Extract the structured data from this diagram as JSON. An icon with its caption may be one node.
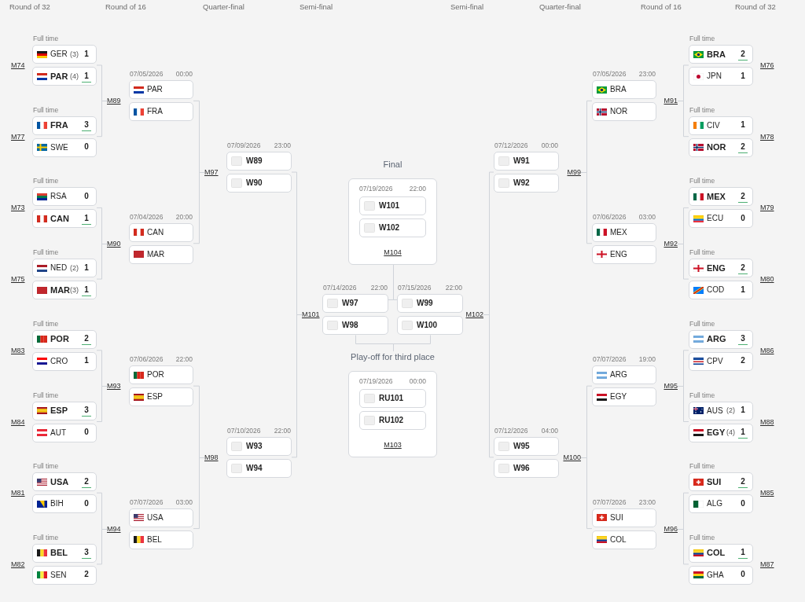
{
  "diagram": {
    "nodes": [
      {
        "text": [
          "GER",
          "(3)",
          "1"
        ],
        "beside": [
          "Full time"
        ]
      },
      {
        "text": [
          "PAR",
          "(4)",
          "1"
        ]
      },
      {
        "text": [
          "FRA",
          "3"
        ],
        "beside": [
          "Full time"
        ]
      },
      {
        "text": [
          "SWE",
          "0"
        ]
      },
      {
        "text": [
          "RSA",
          "0"
        ],
        "beside": [
          "Full time"
        ]
      },
      {
        "text": [
          "CAN",
          "1"
        ]
      },
      {
        "text": [
          "NED",
          "(2)",
          "1"
        ],
        "beside": [
          "Full time"
        ]
      },
      {
        "text": [
          "MAR",
          "(3)",
          "1"
        ]
      },
      {
        "text": [
          "POR",
          "2"
        ],
        "beside": [
          "Full time"
        ]
      },
      {
        "text": [
          "CRO",
          "1"
        ]
      },
      {
        "text": [
          "ESP",
          "3"
        ],
        "beside": [
          "Full time"
        ]
      },
      {
        "text": [
          "AUT",
          "0"
        ]
      },
      {
        "text": [
          "USA",
          "2"
        ],
        "beside": [
          "Full time"
        ]
      },
      {
        "text": [
          "BIH",
          "0"
        ]
      },
      {
        "text": [
          "BEL",
          "3"
        ],
        "beside": [
          "Full time"
        ]
      },
      {
        "text": [
          "SEN",
          "2"
        ]
      },
      {
        "text": [
          "M89"
        ]
      },
      {
        "text": [
          "M90"
        ]
      },
      {
        "text": [
          "M93"
        ]
      },
      {
        "text": [
          "M94"
        ]
      },
      {
        "text": [
          "PAR"
        ],
        "beside": [
          "07/05/2026",
          "00:00"
        ]
      },
      {
        "text": [
          "FRA"
        ]
      },
      {
        "text": [
          "CAN"
        ],
        "beside": [
          "07/04/2026",
          "20:00"
        ]
      },
      {
        "text": [
          "MAR"
        ]
      },
      {
        "text": [
          "POR"
        ],
        "beside": [
          "07/06/2026",
          "22:00"
        ]
      },
      {
        "text": [
          "ESP"
        ]
      },
      {
        "text": [
          "USA"
        ],
        "beside": [
          "07/07/2026",
          "03:00"
        ]
      },
      {
        "text": [
          "BEL"
        ]
      },
      {
        "text": [
          "M97"
        ]
      },
      {
        "text": [
          "M98"
        ]
      },
      {
        "text": [
          "W89"
        ],
        "beside": [
          "07/09/2026",
          "23:00"
        ]
      },
      {
        "text": [
          "W90"
        ]
      },
      {
        "text": [
          "W93"
        ],
        "beside": [
          "07/10/2026",
          "22:00"
        ]
      },
      {
        "text": [
          "W94"
        ]
      },
      {
        "text": [
          "M101"
        ]
      },
      {
        "text": [
          "Final",
          "07/19/2026",
          "22:00",
          "M104"
        ]
      },
      {
        "text": [
          "W101"
        ],
        "in": 35
      },
      {
        "text": [
          "W102"
        ],
        "in": 35
      },
      {
        "text": [
          "W97"
        ],
        "beside": [
          "07/14/2026",
          "22:00"
        ]
      },
      {
        "text": [
          "W98"
        ]
      },
      {
        "text": [
          "W99"
        ],
        "beside": [
          "07/15/2026",
          "22:00"
        ]
      },
      {
        "text": [
          "W100"
        ]
      },
      {
        "text": [
          "Play-off for third place",
          "07/19/2026",
          "00:00",
          "M103"
        ]
      },
      {
        "text": [
          "RU101"
        ],
        "in": 42
      },
      {
        "text": [
          "RU102"
        ],
        "in": 42
      },
      {
        "text": [
          "M102"
        ]
      },
      {
        "text": [
          "W91"
        ],
        "beside": [
          "07/12/2026",
          "00:00"
        ]
      },
      {
        "text": [
          "W92"
        ]
      },
      {
        "text": [
          "W95"
        ],
        "beside": [
          "07/12/2026",
          "04:00"
        ]
      },
      {
        "text": [
          "W96"
        ]
      },
      {
        "text": [
          "M99"
        ]
      },
      {
        "text": [
          "M100"
        ]
      },
      {
        "text": [
          "BRA"
        ],
        "beside": [
          "07/05/2026",
          "23:00"
        ]
      },
      {
        "text": [
          "NOR"
        ]
      },
      {
        "text": [
          "MEX"
        ],
        "beside": [
          "07/06/2026",
          "03:00"
        ]
      },
      {
        "text": [
          "ENG"
        ]
      },
      {
        "text": [
          "ARG"
        ],
        "beside": [
          "07/07/2026",
          "19:00"
        ]
      },
      {
        "text": [
          "EGY"
        ]
      },
      {
        "text": [
          "SUI"
        ],
        "beside": [
          "07/07/2026",
          "23:00"
        ]
      },
      {
        "text": [
          "COL"
        ]
      },
      {
        "text": [
          "M91"
        ]
      },
      {
        "text": [
          "M92"
        ]
      },
      {
        "text": [
          "M95"
        ]
      },
      {
        "text": [
          "M96"
        ]
      },
      {
        "text": [
          "BRA",
          "2"
        ],
        "beside": [
          "Full time"
        ]
      },
      {
        "text": [
          "JPN",
          "1"
        ]
      },
      {
        "text": [
          "CIV",
          "1"
        ],
        "beside": [
          "Full time"
        ]
      },
      {
        "text": [
          "NOR",
          "2"
        ]
      },
      {
        "text": [
          "MEX",
          "2"
        ],
        "beside": [
          "Full time"
        ]
      },
      {
        "text": [
          "ECU",
          "0"
        ]
      },
      {
        "text": [
          "ENG",
          "2"
        ],
        "beside": [
          "Full time"
        ]
      },
      {
        "text": [
          "COD",
          "1"
        ]
      },
      {
        "text": [
          "ARG",
          "3"
        ],
        "beside": [
          "Full time"
        ]
      },
      {
        "text": [
          "CPV",
          "2"
        ]
      },
      {
        "text": [
          "AUS",
          "(2)",
          "1"
        ],
        "beside": [
          "Full time"
        ]
      },
      {
        "text": [
          "EGY",
          "(4)",
          "1"
        ]
      },
      {
        "text": [
          "SUI",
          "2"
        ],
        "beside": [
          "Full time"
        ]
      },
      {
        "text": [
          "ALG",
          "0"
        ]
      },
      {
        "text": [
          "COL",
          "1"
        ],
        "beside": [
          "Full time"
        ]
      },
      {
        "text": [
          "GHA",
          "0"
        ]
      }
    ],
    "edges": [
      {
        "from": 0,
        "to": 16,
        "arrow": "none"
      },
      {
        "from": 1,
        "to": 16,
        "arrow": "none"
      },
      {
        "from": 2,
        "to": 16,
        "arrow": "none"
      },
      {
        "from": 3,
        "to": 16,
        "arrow": "none"
      },
      {
        "from": 4,
        "to": 17,
        "arrow": "none"
      },
      {
        "from": 5,
        "to": 17,
        "arrow": "none"
      },
      {
        "from": 6,
        "to": 17,
        "arrow": "none"
      },
      {
        "from": 7,
        "to": 17,
        "arrow": "none"
      },
      {
        "from": 8,
        "to": 18,
        "arrow": "none"
      },
      {
        "from": 9,
        "to": 18,
        "arrow": "none"
      },
      {
        "from": 10,
        "to": 18,
        "arrow": "none"
      },
      {
        "from": 11,
        "to": 18,
        "arrow": "none"
      },
      {
        "from": 12,
        "to": 19,
        "arrow": "none"
      },
      {
        "from": 13,
        "to": 19,
        "arrow": "none"
      },
      {
        "from": 14,
        "to": 19,
        "arrow": "none"
      },
      {
        "from": 15,
        "to": 19,
        "arrow": "none"
      },
      {
        "from": 20,
        "to": 28,
        "arrow": "none"
      },
      {
        "from": 21,
        "to": 28,
        "arrow": "none"
      },
      {
        "from": 22,
        "to": 28,
        "arrow": "none"
      },
      {
        "from": 23,
        "to": 28,
        "arrow": "none"
      },
      {
        "from": 24,
        "to": 29,
        "arrow": "none"
      },
      {
        "from": 25,
        "to": 29,
        "arrow": "none"
      },
      {
        "from": 26,
        "to": 29,
        "arrow": "none"
      },
      {
        "from": 27,
        "to": 29,
        "arrow": "none"
      },
      {
        "from": 30,
        "to": 34,
        "arrow": "none"
      },
      {
        "from": 31,
        "to": 34,
        "arrow": "none"
      },
      {
        "from": 32,
        "to": 34,
        "arrow": "none"
      },
      {
        "from": 33,
        "to": 34,
        "arrow": "none"
      },
      {
        "from": 38,
        "to": 35,
        "arrow": "none"
      },
      {
        "from": 40,
        "to": 35,
        "arrow": "none"
      },
      {
        "from": 39,
        "to": 42,
        "arrow": "none"
      },
      {
        "from": 41,
        "to": 42,
        "arrow": "none"
      },
      {
        "from": 46,
        "to": 45,
        "arrow": "none"
      },
      {
        "from": 47,
        "to": 45,
        "arrow": "none"
      },
      {
        "from": 48,
        "to": 45,
        "arrow": "none"
      },
      {
        "from": 49,
        "to": 45,
        "arrow": "none"
      },
      {
        "from": 52,
        "to": 50,
        "arrow": "none"
      },
      {
        "from": 53,
        "to": 50,
        "arrow": "none"
      },
      {
        "from": 54,
        "to": 50,
        "arrow": "none"
      },
      {
        "from": 55,
        "to": 50,
        "arrow": "none"
      },
      {
        "from": 56,
        "to": 51,
        "arrow": "none"
      },
      {
        "from": 57,
        "to": 51,
        "arrow": "none"
      },
      {
        "from": 58,
        "to": 51,
        "arrow": "none"
      },
      {
        "from": 59,
        "to": 51,
        "arrow": "none"
      },
      {
        "from": 64,
        "to": 60,
        "arrow": "none"
      },
      {
        "from": 65,
        "to": 60,
        "arrow": "none"
      },
      {
        "from": 66,
        "to": 60,
        "arrow": "none"
      },
      {
        "from": 67,
        "to": 60,
        "arrow": "none"
      },
      {
        "from": 68,
        "to": 61,
        "arrow": "none"
      },
      {
        "from": 69,
        "to": 61,
        "arrow": "none"
      },
      {
        "from": 70,
        "to": 61,
        "arrow": "none"
      },
      {
        "from": 71,
        "to": 61,
        "arrow": "none"
      },
      {
        "from": 72,
        "to": 62,
        "arrow": "none"
      },
      {
        "from": 73,
        "to": 62,
        "arrow": "none"
      },
      {
        "from": 74,
        "to": 62,
        "arrow": "none"
      },
      {
        "from": 75,
        "to": 62,
        "arrow": "none"
      },
      {
        "from": 76,
        "to": 63,
        "arrow": "none"
      },
      {
        "from": 77,
        "to": 63,
        "arrow": "none"
      },
      {
        "from": 78,
        "to": 63,
        "arrow": "none"
      },
      {
        "from": 79,
        "to": 63,
        "arrow": "none"
      }
    ],
    "labels": [
      "Round of 32",
      "Round of 16",
      "Quarter-final",
      "Semi-final",
      "Semi-final",
      "Quarter-final",
      "Round of 16",
      "Round of 32",
      "M74",
      "M77",
      "M73",
      "M75",
      "M83",
      "M84",
      "M81",
      "M82",
      "M76",
      "M78",
      "M79",
      "M80",
      "M86",
      "M88",
      "M85",
      "M87"
    ]
  }
}
